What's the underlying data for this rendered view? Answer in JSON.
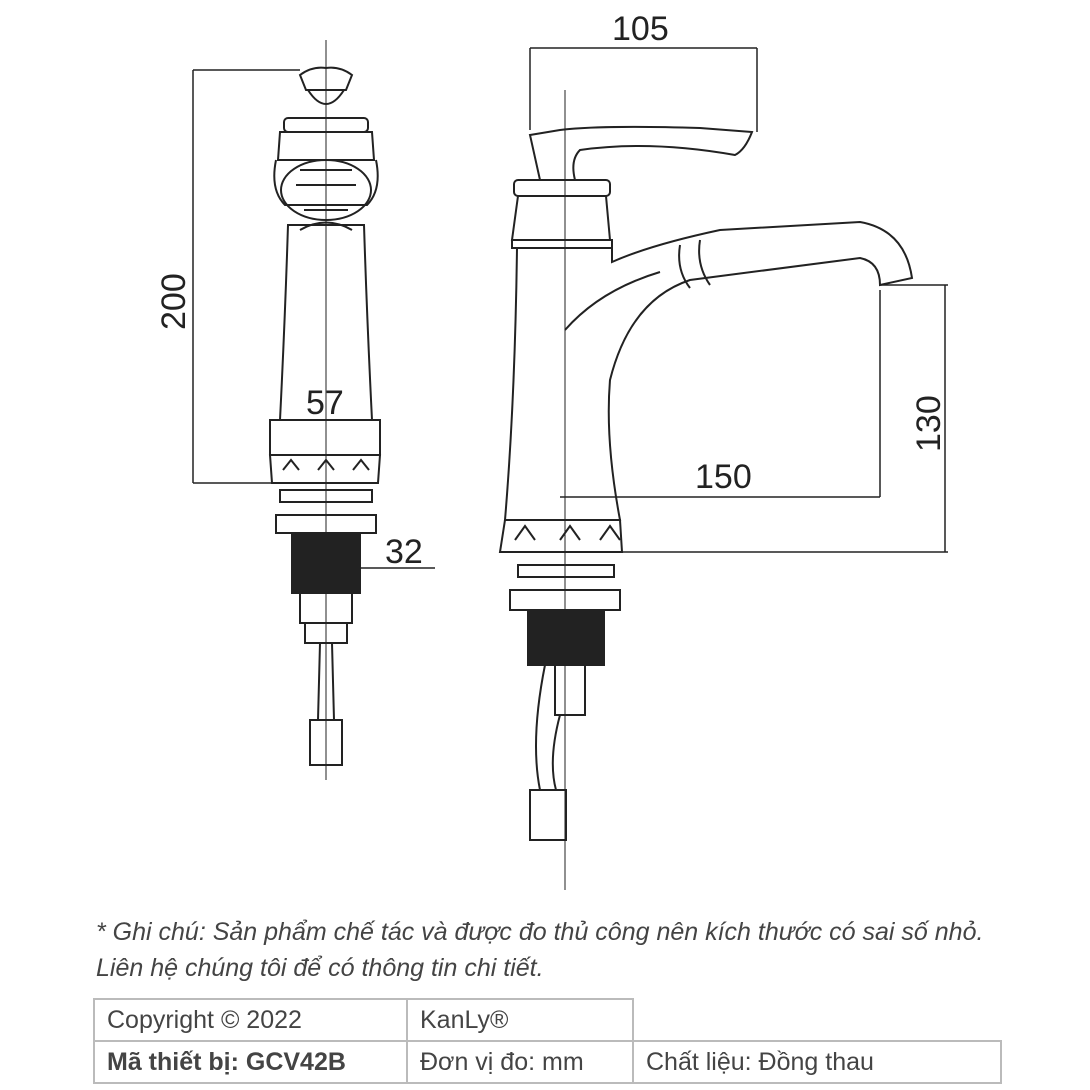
{
  "dimensions": {
    "height_total": "200",
    "base_width": "57",
    "shank_diameter": "32",
    "handle_length": "105",
    "spout_height": "130",
    "spout_reach": "150"
  },
  "note": "* Ghi chú: Sản phẩm chế tác và được đo thủ công nên kích thước có sai số nhỏ. Liên hệ chúng tôi để có thông tin chi tiết.",
  "info_table": {
    "copyright": "Copyright © 2022",
    "brand": "KanLy®",
    "model": "Mã thiết bị: GCV42B",
    "unit": "Đơn vị đo: mm",
    "material": "Chất liệu: Đồng thau"
  }
}
